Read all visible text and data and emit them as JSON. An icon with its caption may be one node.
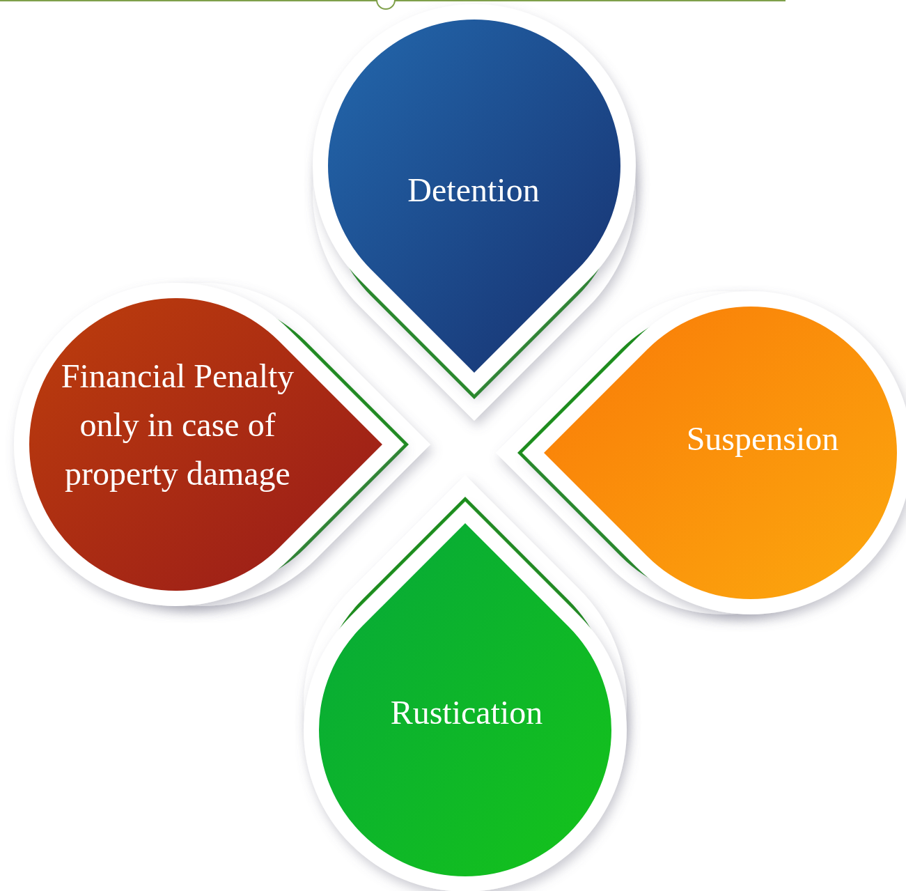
{
  "diagram": {
    "nodes": [
      {
        "text": [
          "Detention"
        ]
      },
      {
        "text": [
          "Financial Penalty only in case of property damage"
        ]
      },
      {
        "text": [
          "Suspension"
        ]
      },
      {
        "text": [
          "Rustication"
        ]
      }
    ]
  }
}
